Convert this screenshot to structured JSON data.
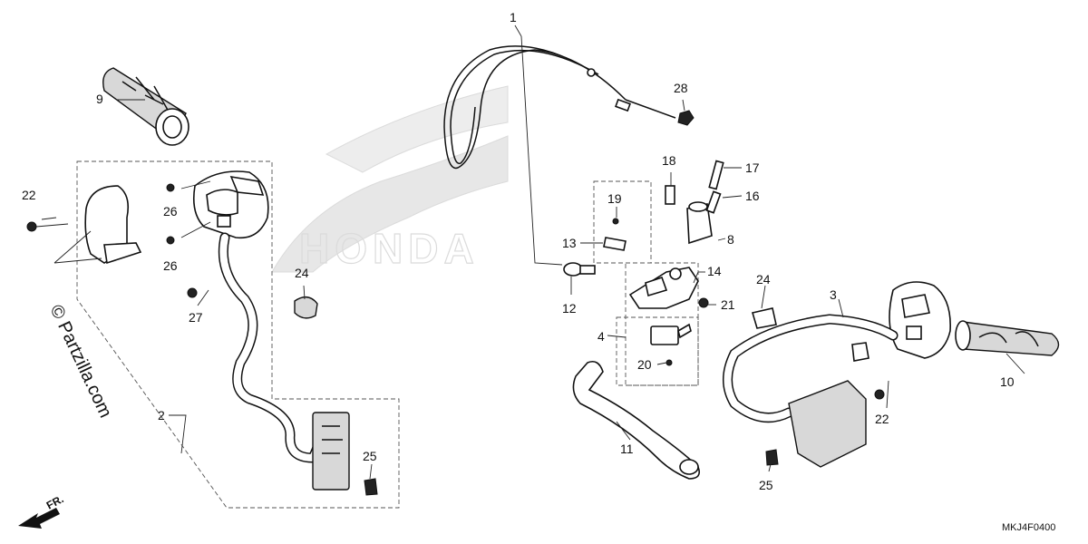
{
  "diagram": {
    "part_labels": [
      {
        "id": "1",
        "text": "1"
      },
      {
        "id": "2",
        "text": "2"
      },
      {
        "id": "3",
        "text": "3"
      },
      {
        "id": "4",
        "text": "4"
      },
      {
        "id": "8",
        "text": "8"
      },
      {
        "id": "9",
        "text": "9"
      },
      {
        "id": "10",
        "text": "10"
      },
      {
        "id": "11",
        "text": "11"
      },
      {
        "id": "12",
        "text": "12"
      },
      {
        "id": "13",
        "text": "13"
      },
      {
        "id": "14",
        "text": "14"
      },
      {
        "id": "16",
        "text": "16"
      },
      {
        "id": "17",
        "text": "17"
      },
      {
        "id": "18",
        "text": "18"
      },
      {
        "id": "19",
        "text": "19"
      },
      {
        "id": "20",
        "text": "20"
      },
      {
        "id": "21",
        "text": "21"
      },
      {
        "id": "22a",
        "text": "22"
      },
      {
        "id": "22b",
        "text": "22"
      },
      {
        "id": "24a",
        "text": "24"
      },
      {
        "id": "24b",
        "text": "24"
      },
      {
        "id": "25a",
        "text": "25"
      },
      {
        "id": "25b",
        "text": "25"
      },
      {
        "id": "26a",
        "text": "26"
      },
      {
        "id": "26b",
        "text": "26"
      },
      {
        "id": "27",
        "text": "27"
      },
      {
        "id": "28",
        "text": "28"
      }
    ],
    "watermark": "© Partzilla.com",
    "front_indicator": "FR.",
    "diagram_code": "MKJ4F0400",
    "brand_background": "HONDA",
    "colors": {
      "line": "#111111",
      "background": "#ffffff",
      "dashed": "#555555"
    }
  }
}
